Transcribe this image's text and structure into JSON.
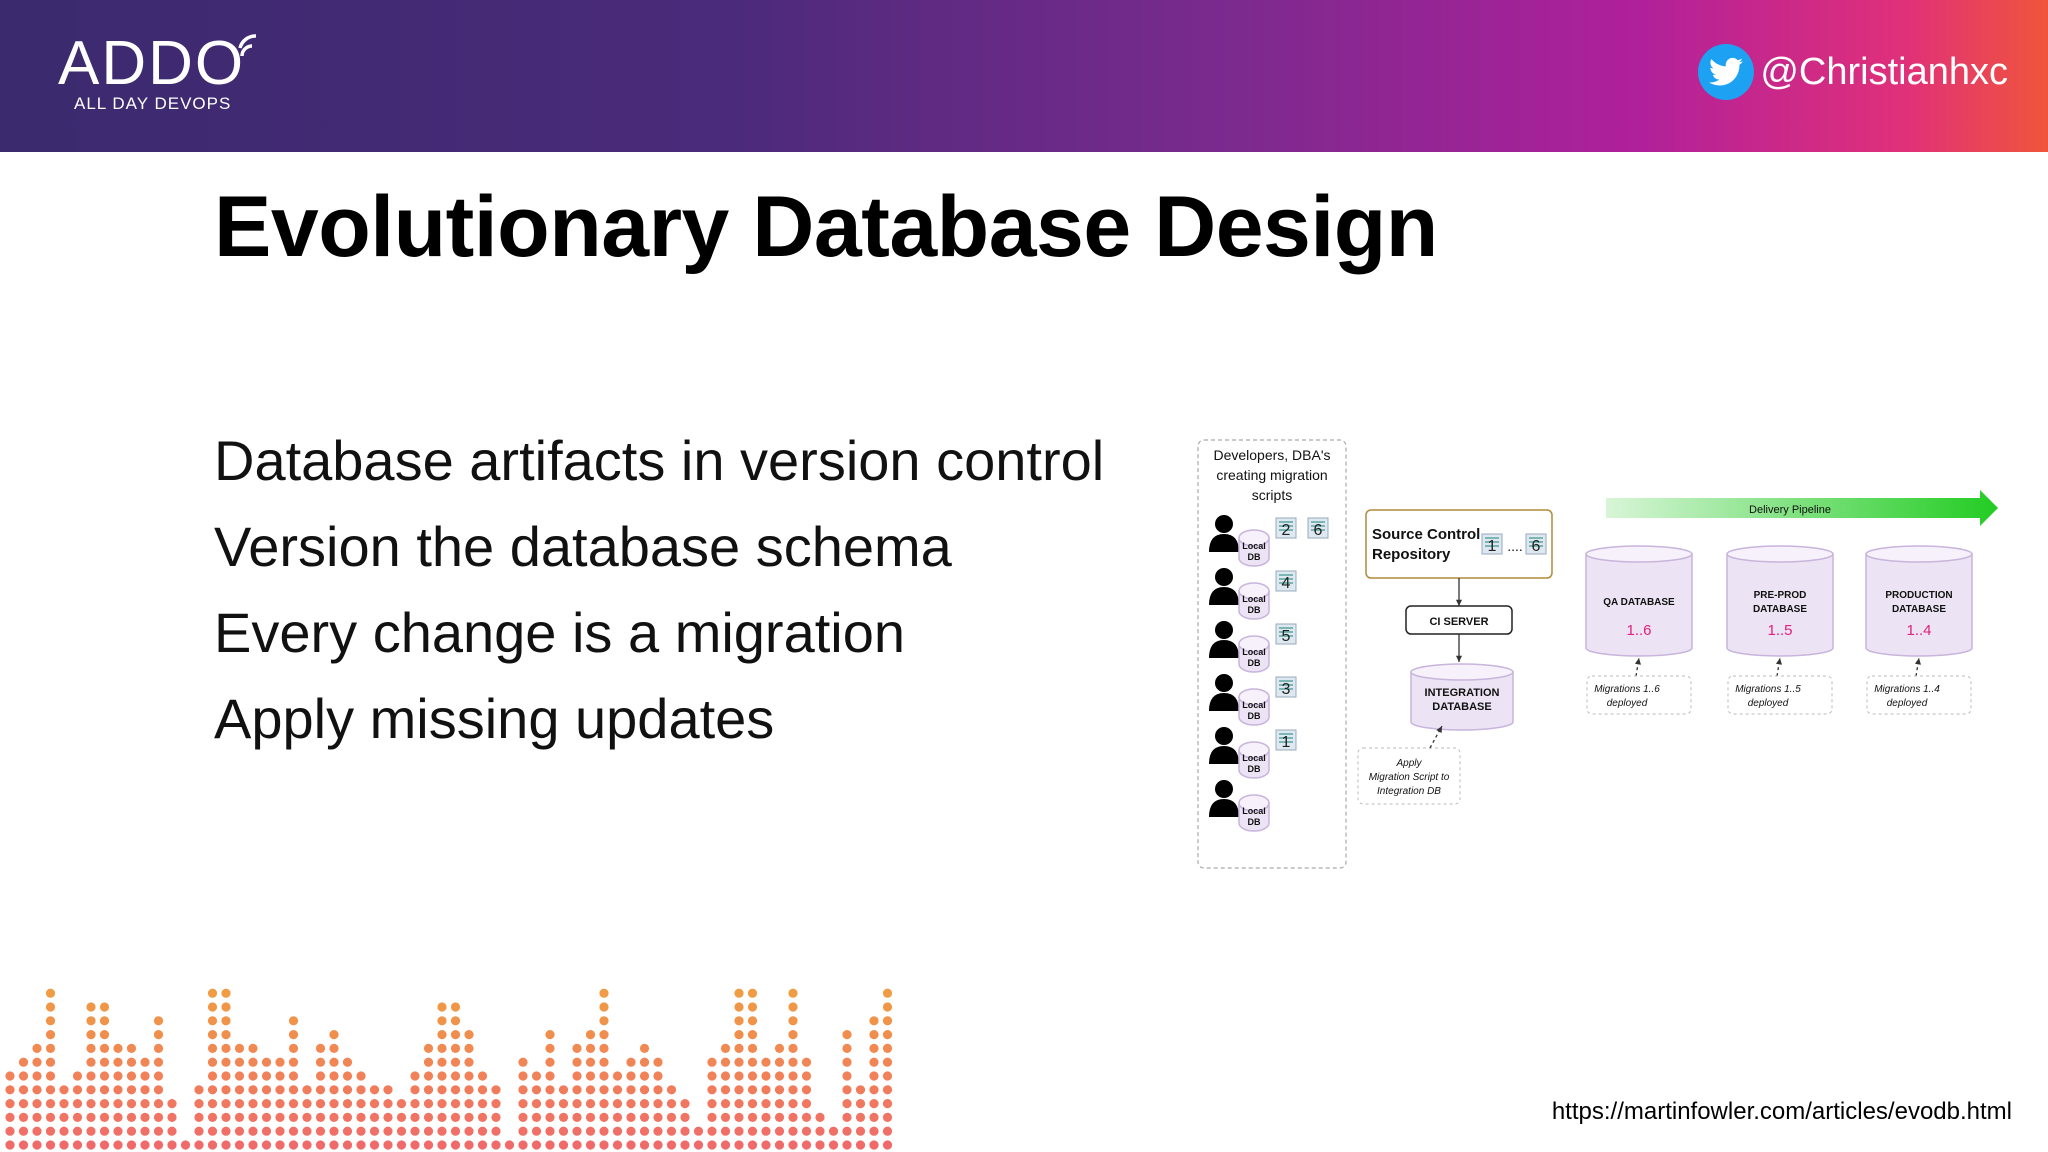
{
  "header": {
    "logo_text": "ADDO",
    "logo_sub": "ALL DAY DEVOPS",
    "twitter_handle": "@Christianhxc"
  },
  "slide": {
    "title": "Evolutionary Database Design",
    "bullets": [
      "Database artifacts in version control",
      "Version the database schema",
      "Every change is a migration",
      "Apply missing updates"
    ],
    "credit": "https://martinfowler.com/articles/evodb.html"
  },
  "diagram": {
    "dev_group_label": [
      "Developers, DBA's",
      "creating migration",
      "scripts"
    ],
    "local_db_label": [
      "Local",
      "DB"
    ],
    "developers": [
      {
        "scripts": [
          "2",
          "6"
        ]
      },
      {
        "scripts": [
          "4"
        ]
      },
      {
        "scripts": [
          "5"
        ]
      },
      {
        "scripts": [
          "3"
        ]
      },
      {
        "scripts": [
          "1"
        ]
      },
      {
        "scripts": []
      }
    ],
    "source_control": {
      "label": [
        "Source Control",
        "Repository"
      ],
      "first": "1",
      "range": "....",
      "last": "6"
    },
    "ci_server": "CI SERVER",
    "integration_db": [
      "INTEGRATION",
      "DATABASE"
    ],
    "apply_note": [
      "Apply",
      "Migration Script to",
      "Integration DB"
    ],
    "pipeline_label": "Delivery Pipeline",
    "environments": [
      {
        "name": [
          "QA DATABASE"
        ],
        "version": "1..6",
        "note": [
          "Migrations 1..6",
          "deployed"
        ]
      },
      {
        "name": [
          "PRE-PROD",
          "DATABASE"
        ],
        "version": "1..5",
        "note": [
          "Migrations 1..5",
          "deployed"
        ]
      },
      {
        "name": [
          "PRODUCTION",
          "DATABASE"
        ],
        "version": "1..4",
        "note": [
          "Migrations 1..4",
          "deployed"
        ]
      }
    ]
  },
  "colors": {
    "db_fill": "#ece4f4",
    "db_stroke": "#c8b4dc",
    "version_pink": "#e0207a",
    "repo_border": "#b08a3a",
    "pipeline_start": "#d8f5d8",
    "pipeline_end": "#22cc22",
    "dot_top": "#f0a040",
    "dot_bottom": "#f06a6a"
  }
}
